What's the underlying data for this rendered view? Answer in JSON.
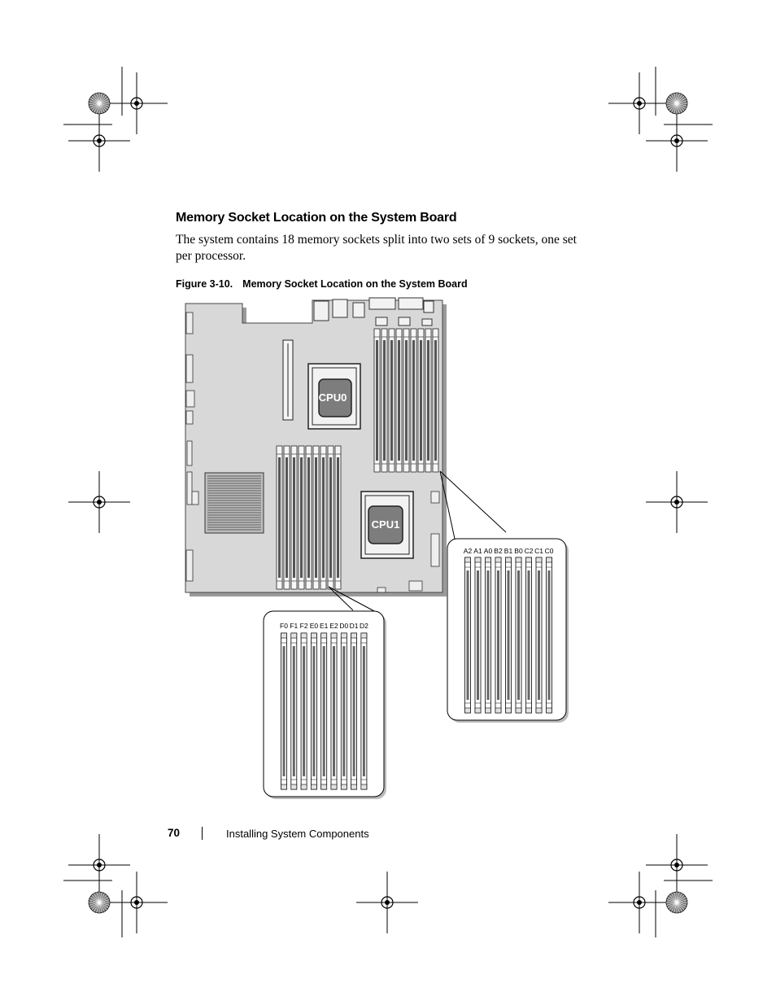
{
  "section": {
    "heading": "Memory Socket Location on the System Board",
    "body": "The system contains 18 memory sockets split into two sets of 9 sockets, one set per processor."
  },
  "figure": {
    "number": "Figure 3-10.",
    "title": "Memory Socket Location on the System Board",
    "cpu0_label": "CPU0",
    "cpu1_label": "CPU1",
    "cpu0_socket_labels": [
      "A2",
      "A1",
      "A0",
      "B2",
      "B1",
      "B0",
      "C2",
      "C1",
      "C0"
    ],
    "cpu1_socket_labels": [
      "F0",
      "F1",
      "F2",
      "E0",
      "E1",
      "E2",
      "D0",
      "D1",
      "D2"
    ]
  },
  "footer": {
    "page_number": "70",
    "section_title": "Installing System Components"
  }
}
